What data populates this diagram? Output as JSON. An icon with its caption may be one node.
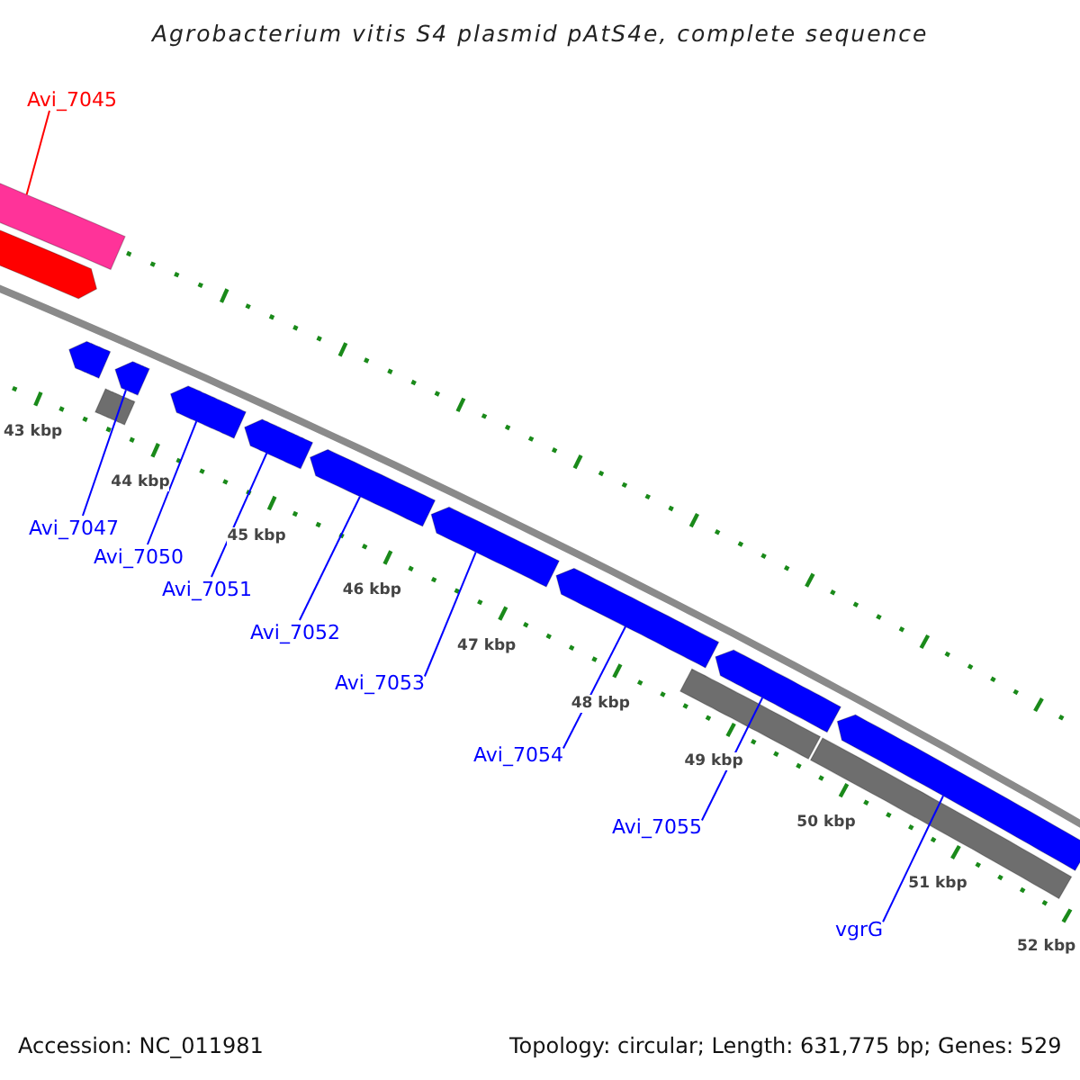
{
  "diagram": {
    "title": "Agrobacterium vitis S4 plasmid pAtS4e, complete sequence",
    "nodes": [
      {
        "text": [
          "Avi_7045"
        ]
      },
      {
        "text": [
          "Avi_7047"
        ]
      },
      {
        "text": [
          "Avi_7050"
        ]
      },
      {
        "text": [
          "Avi_7051"
        ]
      },
      {
        "text": [
          "Avi_7052"
        ]
      },
      {
        "text": [
          "Avi_7053"
        ]
      },
      {
        "text": [
          "Avi_7054"
        ]
      },
      {
        "text": [
          "Avi_7055"
        ]
      },
      {
        "text": [
          "vgrG"
        ]
      },
      {
        "text": [],
        "shape": "bar"
      },
      {
        "text": [],
        "shape": "arrow"
      },
      {
        "text": [],
        "shape": "arrow"
      },
      {
        "text": [],
        "shape": "bar"
      },
      {
        "text": [],
        "shape": "arrow"
      },
      {
        "text": [],
        "shape": "arrow"
      },
      {
        "text": [],
        "shape": "arrow"
      },
      {
        "text": [],
        "shape": "arrow"
      },
      {
        "text": [],
        "shape": "arrow"
      },
      {
        "text": [],
        "shape": "arrow"
      },
      {
        "text": [],
        "shape": "bar"
      },
      {
        "text": [],
        "shape": "arrow"
      },
      {
        "text": [],
        "shape": "bar"
      },
      {
        "text": [],
        "shape": "arrow"
      }
    ],
    "edges": [
      {
        "from": 0,
        "to": 9,
        "arrow": "none",
        "color": "#ff0000"
      },
      {
        "from": 1,
        "to": 13,
        "arrow": "none"
      },
      {
        "from": 2,
        "to": 14,
        "arrow": "none"
      },
      {
        "from": 3,
        "to": 15,
        "arrow": "none"
      },
      {
        "from": 4,
        "to": 16,
        "arrow": "none"
      },
      {
        "from": 5,
        "to": 17,
        "arrow": "none"
      },
      {
        "from": 6,
        "to": 18,
        "arrow": "none"
      },
      {
        "from": 7,
        "to": 20,
        "arrow": "none"
      },
      {
        "from": 8,
        "to": 22,
        "arrow": "none"
      }
    ],
    "labels": [
      "43 kbp",
      "44 kbp",
      "45 kbp",
      "46 kbp",
      "47 kbp",
      "48 kbp",
      "49 kbp",
      "50 kbp",
      "51 kbp",
      "52 kbp",
      "Accession: NC_011981",
      "Topology: circular; Length: 631,775 bp; Genes: 529"
    ]
  }
}
